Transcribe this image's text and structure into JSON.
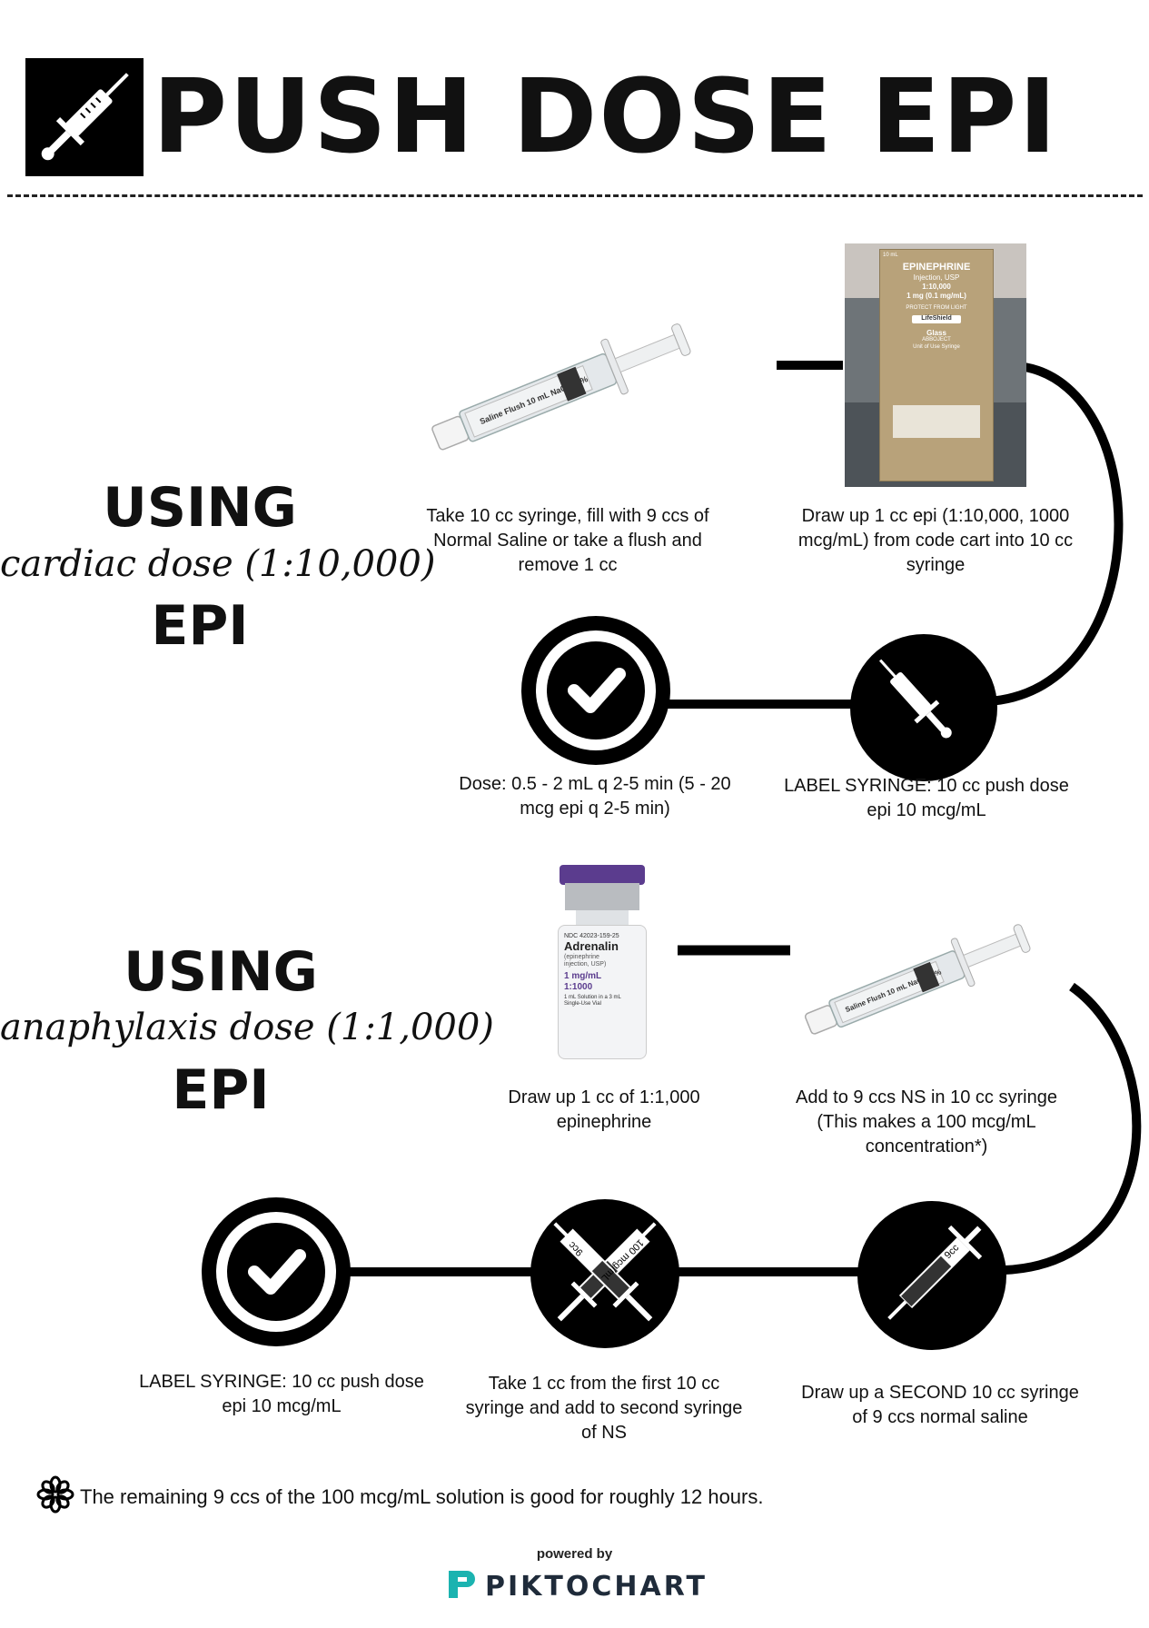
{
  "title": "PUSH DOSE EPI",
  "section1": {
    "using": "USING",
    "dose": "cardiac dose (1:10,000)",
    "epi": "EPI",
    "steps": [
      "Take 10 cc syringe, fill with 9 ccs of Normal Saline or take a flush and remove 1 cc",
      "Draw up 1 cc epi (1:10,000, 1000 mcg/mL) from code cart into 10 cc syringe",
      "LABEL SYRINGE: 10 cc push dose epi 10 mcg/mL",
      "Dose: 0.5 - 2 mL q 2-5 min (5 - 20 mcg epi q 2-5 min)"
    ],
    "saline_label": "Saline Flush 10 mL NaCl 0.9%",
    "box": {
      "line1": "10 mL",
      "line2": "EPINEPHRINE",
      "line3": "Injection, USP",
      "line4": "1:10,000",
      "line5": "1 mg (0.1 mg/mL)",
      "line6": "PROTECT FROM LIGHT",
      "line7": "LifeShield",
      "line8": "Glass",
      "line9": "ABBOJECT",
      "line10": "Unit of Use Syringe"
    }
  },
  "section2": {
    "using": "USING",
    "dose": "anaphylaxis dose (1:1,000)",
    "epi": "EPI",
    "steps": [
      "Draw up 1 cc of 1:1,000 epinephrine",
      "Add to 9 ccs NS in 10 cc syringe (This makes a 100 mcg/mL concentration*)",
      "Draw up a SECOND 10 cc syringe of 9 ccs normal saline",
      "Take 1 cc from the first 10 cc syringe and add to second syringe of NS",
      "LABEL SYRINGE: 10 cc push dose epi 10 mcg/mL"
    ],
    "vial": {
      "ndc": "NDC 42023-159-25",
      "brand": "Adrenalin",
      "sub1": "(epinephrine",
      "sub2": "injection, USP)",
      "conc1": "1 mg/mL",
      "conc2": "1:1000",
      "foot1": "1 mL Solution in a 3 mL",
      "foot2": "Single-Use Vial"
    },
    "icon_9cc": "9cc",
    "icon_100": "100 mcg/mL",
    "saline_label": "Saline Flush 10 mL NaCl 0.9%"
  },
  "footnote": "The remaining 9 ccs of the 100 mcg/mL solution is good for roughly 12 hours.",
  "powered_by": "powered by",
  "brand": "PIKTOCHART",
  "colors": {
    "ink": "#000000",
    "box_gold": "#b8a27a",
    "vial_purple": "#5b3c8e",
    "pikto_teal": "#1bb3b0"
  }
}
